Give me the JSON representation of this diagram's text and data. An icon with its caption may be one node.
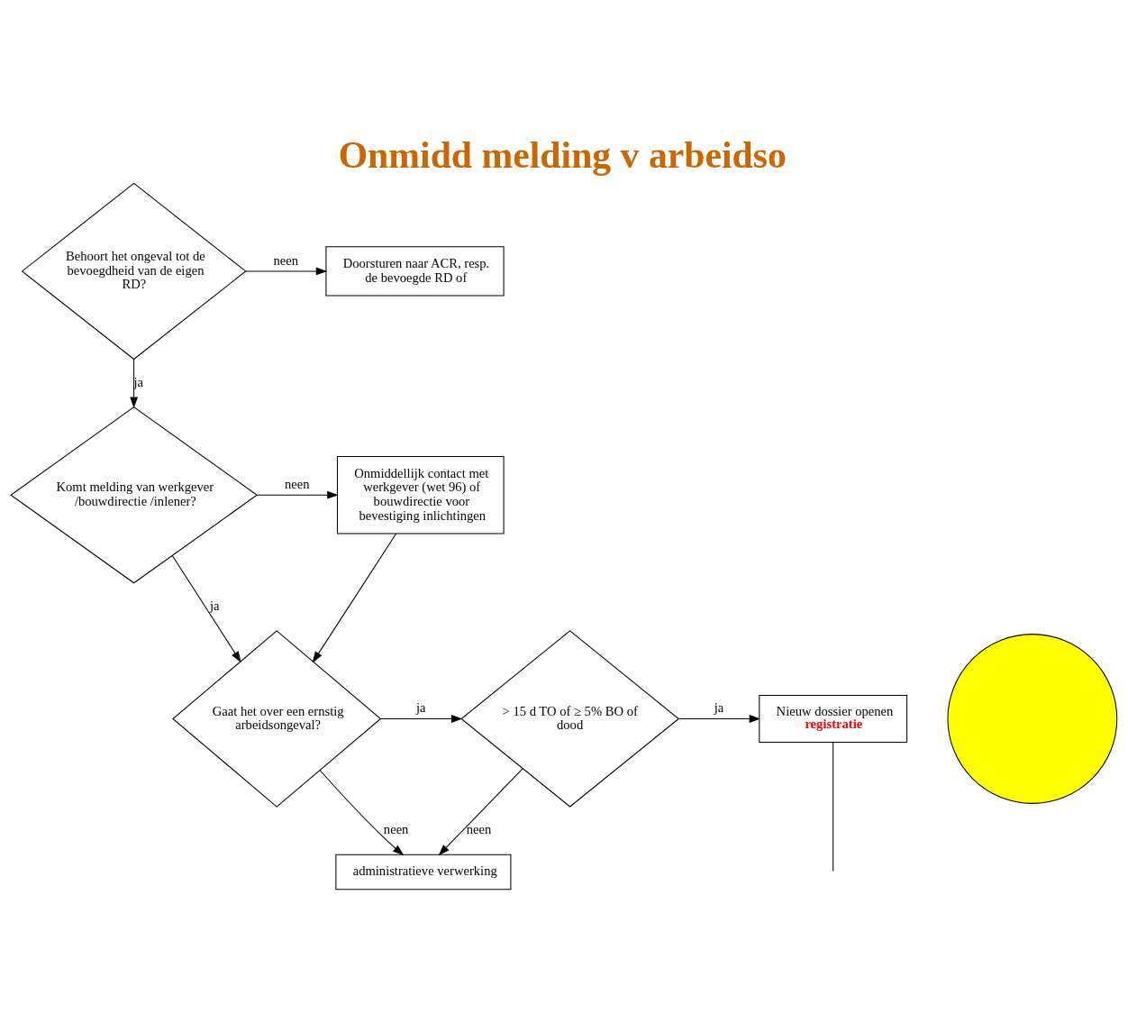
{
  "diagram": {
    "title": "Onmidd melding v arbeidso",
    "nodes": [
      {
        "text": [
          "Behoort het ongeval tot de bevoegdheid van de eigen RD?"
        ]
      },
      {
        "text": [
          "Doorsturen naar ACR, resp. de bevoegde RD of"
        ]
      },
      {
        "text": [
          "Komt melding van werkgever /bouwdirectie /inlener?"
        ]
      },
      {
        "text": [
          "Onmiddellijk contact met werkgever (wet 96) of bouwdirectie voor bevestiging inlichtingen"
        ]
      },
      {
        "text": [
          "Gaat het over een ernstig arbeidsongeval?"
        ]
      },
      {
        "text": [],
        "shape": "circle"
      },
      {
        "text": [
          "> 15 d TO of ≥ 5% BO of dood"
        ]
      },
      {
        "text": [
          "Nieuw dossier openen",
          "registratie"
        ]
      },
      {
        "text": [
          "administratieve verwerking"
        ]
      }
    ],
    "edges": [
      {
        "from": 0,
        "to": 1,
        "arrow": "to",
        "label": "neen"
      },
      {
        "from": 0,
        "to": 2,
        "arrow": "to",
        "label": "ja"
      },
      {
        "from": 2,
        "to": 3,
        "arrow": "to",
        "label": "neen"
      },
      {
        "from": 2,
        "to": 4,
        "arrow": "to",
        "label": "ja"
      },
      {
        "from": 3,
        "to": 4,
        "arrow": "to"
      },
      {
        "from": 4,
        "to": 6,
        "arrow": "to",
        "label": "ja"
      },
      {
        "from": 6,
        "to": 7,
        "arrow": "to",
        "label": "ja"
      },
      {
        "from": 4,
        "to": 8,
        "arrow": "to",
        "label": "neen"
      },
      {
        "from": 6,
        "to": 8,
        "arrow": "to",
        "label": "neen"
      },
      {
        "from": 7,
        "to": null,
        "arrow": "none"
      }
    ]
  }
}
